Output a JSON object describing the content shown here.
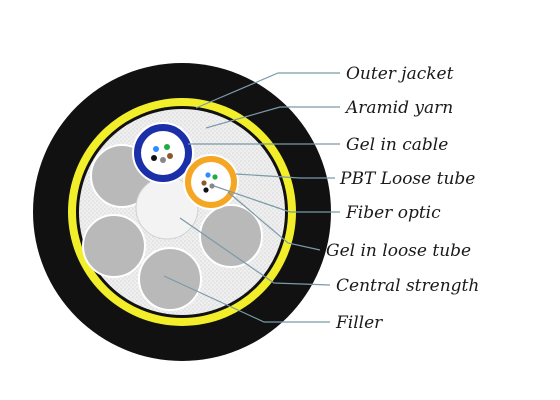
{
  "diagram": {
    "labels": {
      "outer_jacket": "Outer jacket",
      "aramid_yarn": "Aramid yarn",
      "gel_in_cable": "Gel in cable",
      "pbt_loose_tube": "PBT Loose tube",
      "fiber_optic": "Fiber optic",
      "gel_in_loose_tube": "Gel in loose tube",
      "central_strength": "Central strength",
      "filler": "Filler"
    },
    "colors": {
      "outer_jacket": "#111111",
      "aramid_yarn": "#f2ef2a",
      "gel": "#e9e9e9",
      "filler": "#b9b9b9",
      "central_strength": "#f2f2f2",
      "loose_tube_blue": "#1a2fa8",
      "loose_tube_orange": "#f5a623",
      "leader_line": "#7a9aa8"
    },
    "fiber_colors": [
      "#2b8cff",
      "#22aa44",
      "#8b5a2b",
      "#888888",
      "#ffffff",
      "#111111"
    ]
  }
}
